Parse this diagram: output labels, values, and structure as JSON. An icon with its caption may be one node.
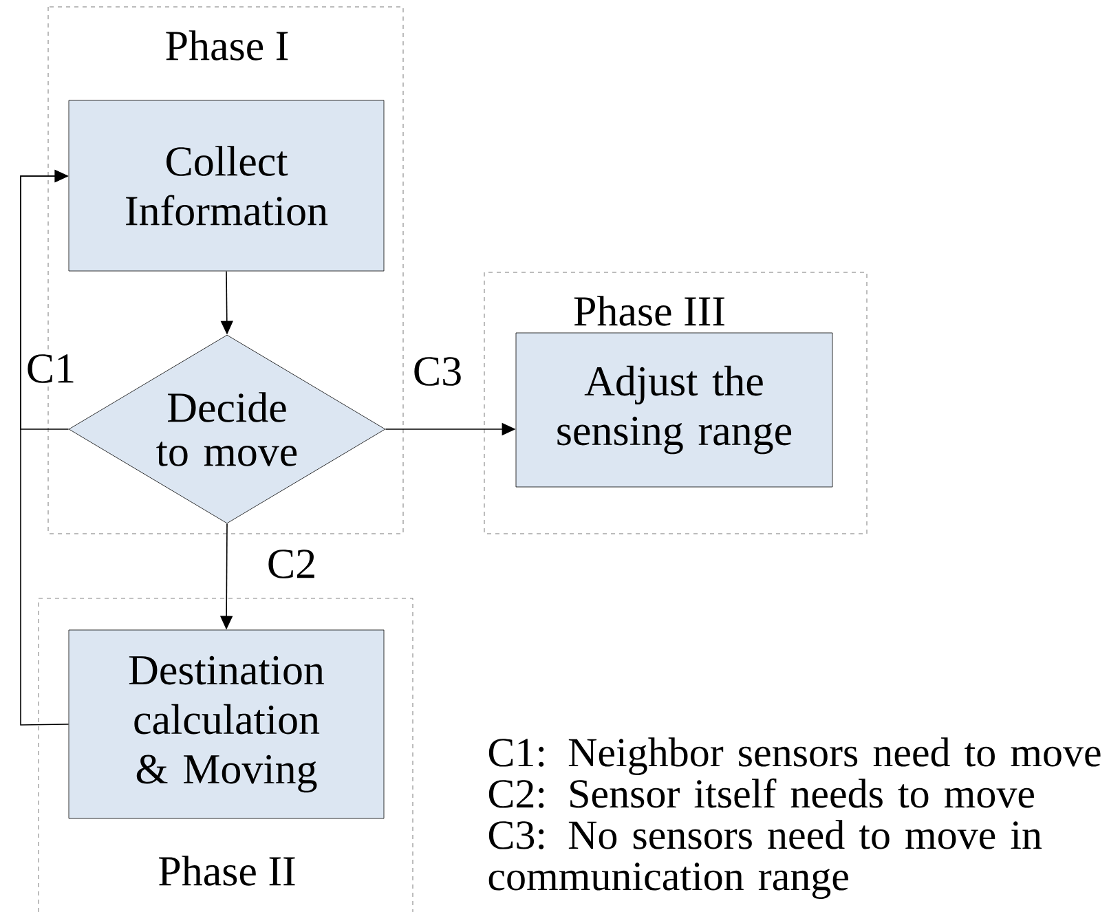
{
  "diagram": {
    "nodes": [
      {
        "text": [
          "Phase I"
        ]
      },
      {
        "text": [
          "Collect Information"
        ],
        "in": 0
      },
      {
        "text": [
          "Decide to move"
        ],
        "in": 0
      },
      {
        "text": [
          "Phase III"
        ]
      },
      {
        "text": [
          "Adjust the sensing range"
        ],
        "in": 3
      },
      {
        "text": [
          "Phase II"
        ]
      },
      {
        "text": [
          "Destination calculation & Moving"
        ],
        "in": 5
      }
    ],
    "edges": [
      {
        "from": 1,
        "to": 2,
        "arrow": "to"
      },
      {
        "from": 2,
        "to": 4,
        "arrow": "to",
        "label": "C3"
      },
      {
        "from": 2,
        "to": 6,
        "arrow": "to",
        "label": "C2"
      },
      {
        "from": 2,
        "to": 1,
        "arrow": "to",
        "label": "C1"
      },
      {
        "from": 6,
        "to": 1,
        "arrow": "to"
      }
    ],
    "labels": [
      "C1: Neighbor sensors need to move",
      "C2: Sensor itself needs to move",
      "C3: No sensors need to move in communication range"
    ]
  }
}
